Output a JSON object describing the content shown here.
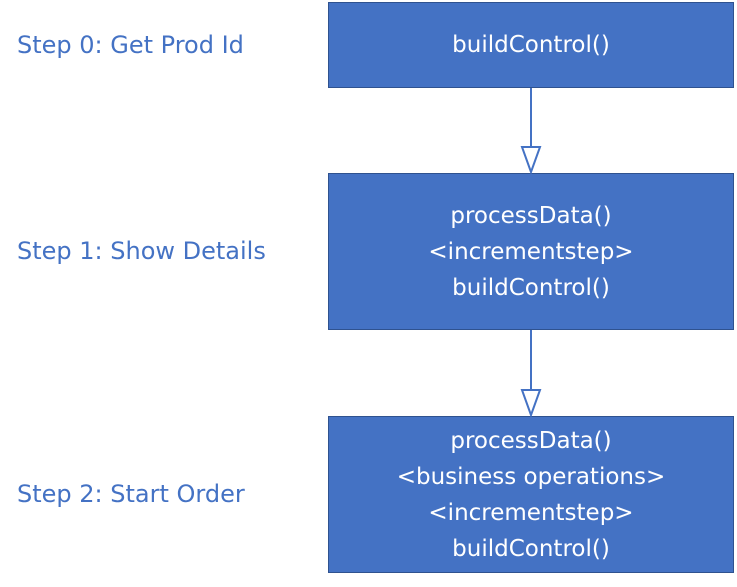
{
  "colors": {
    "label_text": "#4472C4",
    "box_fill": "#4472C4",
    "box_border": "#2F528F",
    "box_text": "#ffffff",
    "connector": "#4472C4"
  },
  "steps": [
    {
      "label": "Step 0: Get Prod Id",
      "lines": [
        "buildControl()"
      ]
    },
    {
      "label": "Step 1: Show Details",
      "lines": [
        "processData()",
        "<incrementstep>",
        "buildControl()"
      ]
    },
    {
      "label": "Step 2: Start Order",
      "lines": [
        "processData()",
        "<business operations>",
        "<incrementstep>",
        "buildControl()"
      ]
    }
  ]
}
